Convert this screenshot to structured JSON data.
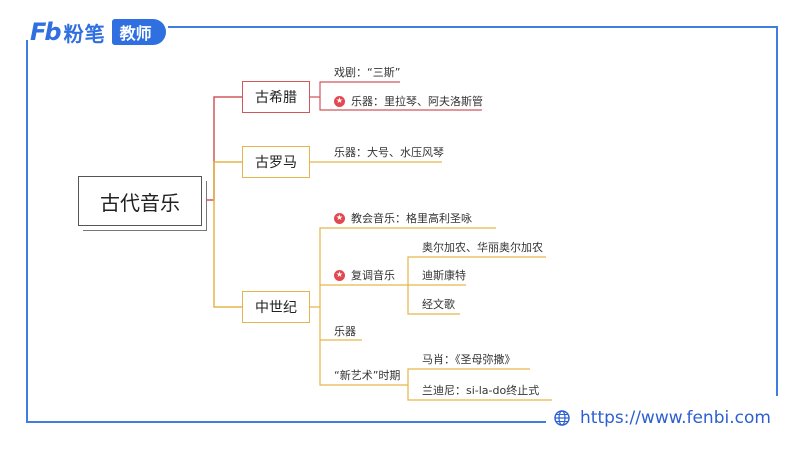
{
  "brand": {
    "mark": "Fb",
    "name": "粉笔",
    "tag": "教师"
  },
  "site": "https://www.fenbi.com",
  "mindmap": {
    "root": "古代音乐",
    "greece": {
      "label": "古希腊",
      "drama": "戏剧：“三斯”",
      "instruments": "乐器：里拉琴、阿夫洛斯管"
    },
    "rome": {
      "label": "古罗马",
      "instruments": "乐器：大号、水压风琴"
    },
    "medieval": {
      "label": "中世纪",
      "church": "教会音乐：格里高利圣咏",
      "polyphony": {
        "label": "复调音乐",
        "items": [
          "奥尔加农、华丽奥尔加农",
          "迪斯康特",
          "经文歌"
        ]
      },
      "instruments": "乐器",
      "ars_nova": {
        "label": "“新艺术”时期",
        "items": [
          "马肖：《圣母弥撒》",
          "兰迪尼：si-la-do终止式"
        ]
      }
    }
  },
  "colors": {
    "frame": "#3f7de0",
    "red": "#d0585c",
    "gold": "#e4b64a",
    "star": "#e34850",
    "brand": "#2f6fe0"
  }
}
